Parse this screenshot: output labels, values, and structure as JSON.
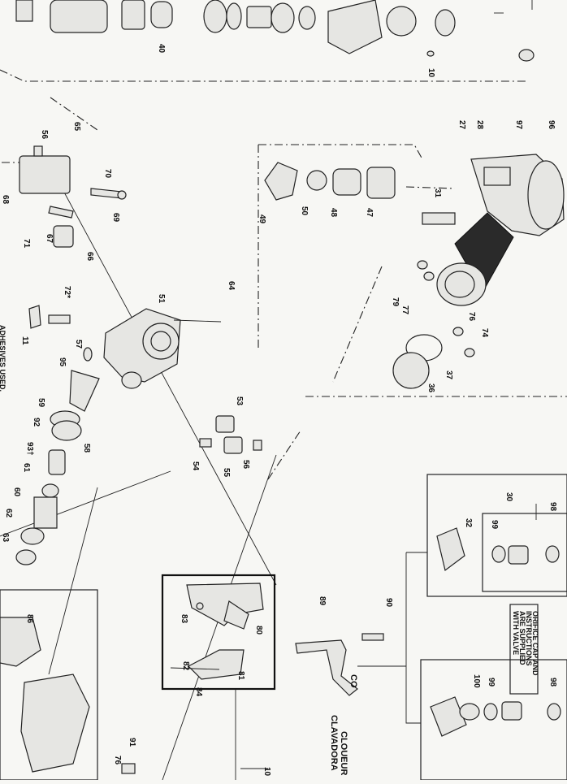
{
  "labels": {
    "p10": "10",
    "p11": "11",
    "p27": "27",
    "p28": "28",
    "p30": "30",
    "p31": "31",
    "p32": "32",
    "p36": "36",
    "p37": "37",
    "p40": "40",
    "p47": "47",
    "p48": "48",
    "p49": "49",
    "p50": "50",
    "p51": "51",
    "p53": "53",
    "p54": "54",
    "p55": "55",
    "p56a": "56",
    "p56b": "56",
    "p57": "57",
    "p58": "58",
    "p59": "59",
    "p60": "60",
    "p61": "61",
    "p62": "62",
    "p63": "63",
    "p64": "64",
    "p65": "65",
    "p66": "66",
    "p67": "67",
    "p68": "68",
    "p69": "69",
    "p70": "70",
    "p71": "71",
    "p72": "72*",
    "p74": "74",
    "p76a": "76",
    "p76b": "76",
    "p77": "77",
    "p79": "79",
    "p80": "80",
    "p81": "81",
    "p82": "82",
    "p83": "83",
    "p84": "84",
    "p86": "86",
    "p89": "89",
    "p90": "90",
    "p91": "91",
    "p92": "92",
    "p93": "93†",
    "p95": "95",
    "p96": "96",
    "p97": "97",
    "p98a": "98",
    "p98b": "98",
    "p99a": "99",
    "p99b": "99",
    "p100": "100",
    "p10x": "10"
  },
  "notes": {
    "adhesives": "ADHESIVES USED.",
    "orifice_1": "ORIFICE CAP AND",
    "orifice_2": "INSTRUCTIONS",
    "orifice_3": "ARE SUPPLIED",
    "orifice_4": "WITH VALVE",
    "title_fr": "CLOUEUR",
    "title_es": "CLAVADORA",
    "title_co": "CO"
  }
}
